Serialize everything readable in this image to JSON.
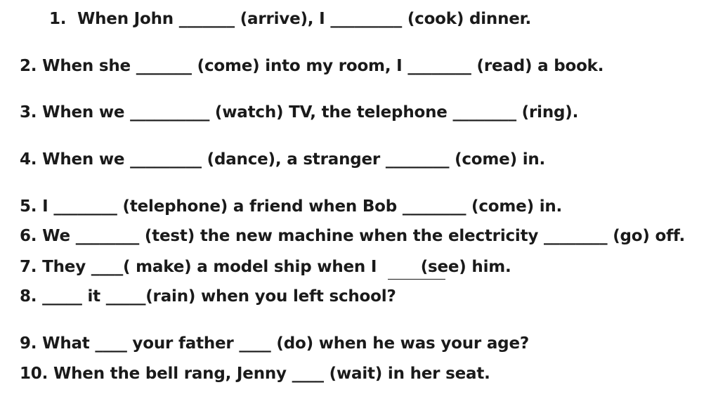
{
  "exercise": {
    "lines": [
      "1.  When John _______ (arrive), I _________ (cook) dinner.",
      "2. When she _______ (come) into my room, I ________ (read) a book.",
      "3. When we __________ (watch) TV, the telephone ________ (ring).",
      "4. When we _________ (dance), a stranger ________ (come) in.",
      "5. I ________ (telephone) a friend when Bob ________ (come) in.",
      "6. We ________ (test) the new machine when the electricity ________ (go) off.",
      "7. They ____( make) a model ship when I        (see) him.",
      "8. _____ it _____(rain) when you left school?",
      "9. What ____ your father ____ (do) when he was your age?",
      "10. When the bell rang, Jenny ____ (wait) in her seat."
    ]
  }
}
